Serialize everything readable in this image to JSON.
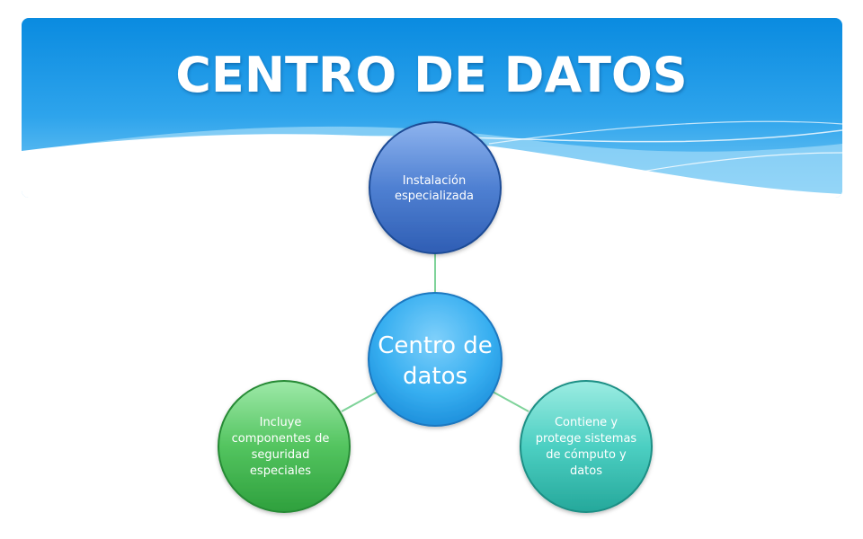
{
  "title": "CENTRO DE DATOS",
  "colors": {
    "banner_top": "#0b8fe0",
    "banner_bottom": "#6cc3f3",
    "connector": "#7fd39a",
    "center_node": "#2fa6ec",
    "top_node": "#3a6fc4",
    "left_node": "#35b24a",
    "right_node": "#2fb8ad"
  },
  "diagram": {
    "center": {
      "text": "Centro de datos"
    },
    "top": {
      "text": "Instalación especializada"
    },
    "left": {
      "text": "Incluye componentes de seguridad especiales"
    },
    "right": {
      "text": "Contiene y protege sistemas de cómputo y datos"
    }
  }
}
